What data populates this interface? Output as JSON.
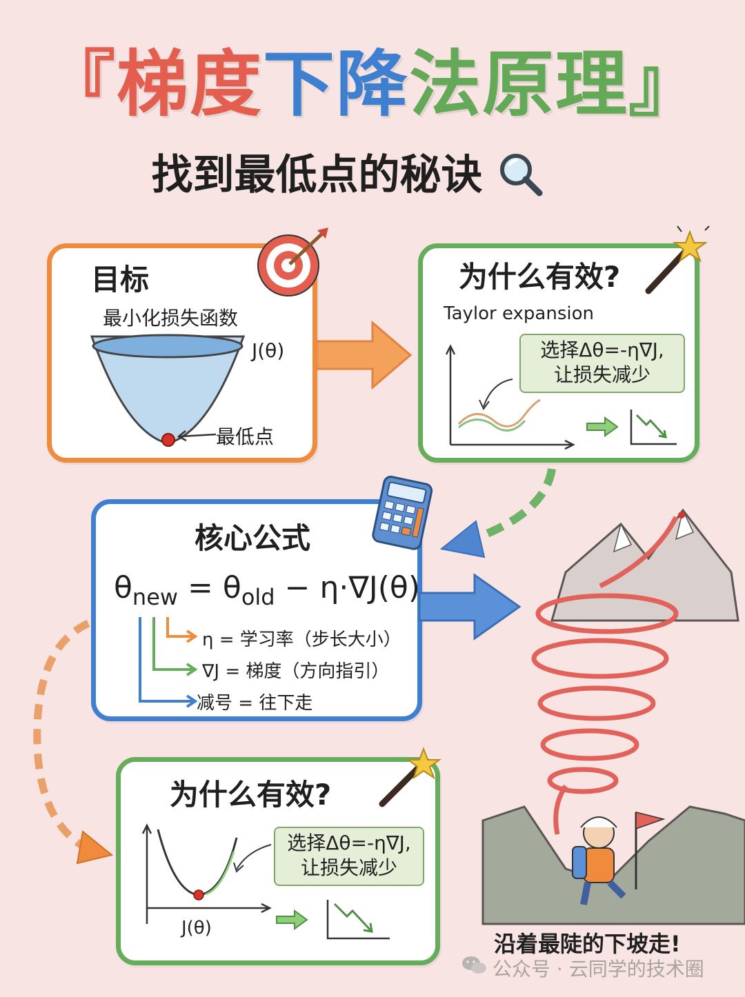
{
  "title": {
    "open_bracket": "『",
    "parts": [
      "梯度",
      "下降",
      "法原理"
    ],
    "close_bracket": "』",
    "colors": [
      "#e35e4f",
      "#3f7fd0",
      "#63a957"
    ]
  },
  "subtitle": {
    "text": "找到最低点的秘诀",
    "icon": "magnifier-icon"
  },
  "goal_card": {
    "title": "目标",
    "subtitle": "最小化损失函数",
    "curve_label": "J(θ)",
    "min_label": "最低点",
    "icon": "target-icon",
    "border_color": "#f08a3c"
  },
  "why_card_top": {
    "title": "为什么有效?",
    "subtitle": "Taylor expansion",
    "note_line1": "选择Δθ=-η∇J,",
    "note_line2": "让损失减少",
    "icon": "magic-wand-icon",
    "border_color": "#66ad5b"
  },
  "formula_card": {
    "title": "核心公式",
    "theta": "θ",
    "new_sub": "new",
    "old_sub": "old",
    "rest": " = θ",
    "tail": " − η·∇J(θ)",
    "items": [
      {
        "text": "η = 学习率（步长大小）",
        "color": "#f08a3c"
      },
      {
        "text": "∇J = 梯度（方向指引）",
        "color": "#66ad5b"
      },
      {
        "text": "减号 = 往下走",
        "color": "#3f7fd0"
      }
    ],
    "icon": "calculator-icon",
    "border_color": "#3f7fd0"
  },
  "why_card_bottom": {
    "title": "为什么有效?",
    "curve_label": "J(θ)",
    "note_line1": "选择Δθ=-η∇J,",
    "note_line2": "让损失减少",
    "icon": "magic-wand-icon",
    "border_color": "#66ad5b"
  },
  "illustration": {
    "caption": "沿着最陡的下坡走!",
    "icons": [
      "mountain-icon",
      "spiral-path-icon",
      "hiker-icon",
      "flag-icon"
    ]
  },
  "watermark": {
    "text": "公众号 · 云同学的技术圈",
    "icon": "wechat-icon"
  }
}
